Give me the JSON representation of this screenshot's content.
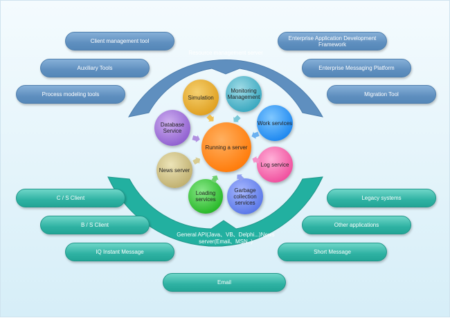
{
  "arcs": {
    "top": "Resource management server",
    "bottom": "General API(Java、VB、Delphi...)News server(Email、MSN..)"
  },
  "left_top": [
    "Client management tool",
    "Auxiliary Tools",
    "Process modeling tools"
  ],
  "right_top": [
    "Enterprise Application Development Framework",
    "Enterprise Messaging Platform",
    "Migration Tool"
  ],
  "left_bottom": [
    "C / S Client",
    "B / S Client",
    "IQ Instant Message"
  ],
  "right_bottom": [
    "Legacy systems",
    "Other applications",
    "Short Message"
  ],
  "bottom": "Email",
  "center": "Running a server",
  "services": [
    "Simulation",
    "Monitoring Management",
    "Work services",
    "Log service",
    "Garbage collection services",
    "Loading services",
    "News server",
    "Database Service"
  ],
  "colors": {
    "blue": "#5f8fbf",
    "teal": "#2fb2a3",
    "center": "#ff8a1e"
  }
}
